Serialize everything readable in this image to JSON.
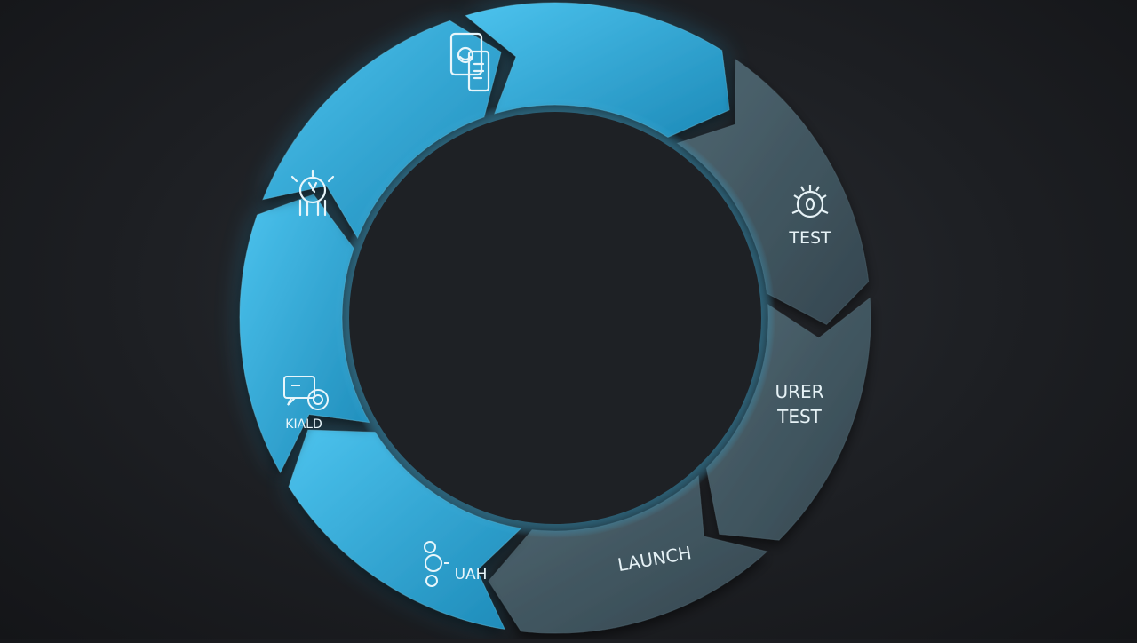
{
  "diagram": {
    "type": "cycle",
    "colors": {
      "active": "#2aa9dc",
      "active_light": "#4cc3ee",
      "inactive": "#3a4d57",
      "inactive_light": "#4c636e",
      "label": "#e6f2f6",
      "background": "#1d1f23"
    },
    "stages": [
      {
        "label": "",
        "icon": "mobile-app-icon",
        "state": "active"
      },
      {
        "label": "TEST",
        "icon": "gear-face-icon",
        "state": "inactive"
      },
      {
        "label": "URER TEST",
        "icon": "",
        "state": "inactive"
      },
      {
        "label": "LAUNCH",
        "icon": "",
        "state": "inactive"
      },
      {
        "label": "UAH",
        "icon": "figure-icon",
        "state": "active"
      },
      {
        "label": "KIALD",
        "icon": "chat-settings-icon",
        "state": "active"
      },
      {
        "label": "",
        "icon": "idea-bug-icon",
        "state": "active"
      }
    ]
  }
}
